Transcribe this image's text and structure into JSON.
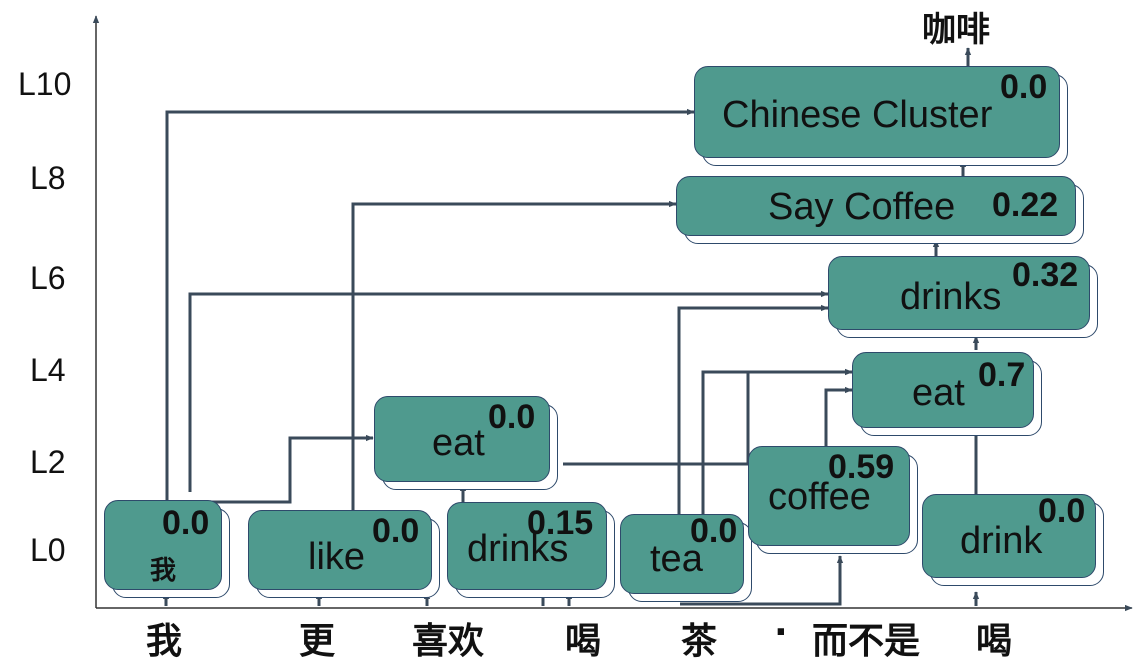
{
  "levels": [
    "L10",
    "L8",
    "L6",
    "L4",
    "L2",
    "L0"
  ],
  "tokens": [
    "我",
    "更",
    "喜欢",
    "喝",
    "茶",
    "·",
    "而不是",
    "喝"
  ],
  "output_token": "咖啡",
  "nodes": [
    {
      "id": "n_wo",
      "label": "",
      "score": "0.0",
      "sub": "我"
    },
    {
      "id": "n_like",
      "label": "like",
      "score": "0.0"
    },
    {
      "id": "n_drinks0",
      "label": "drinks",
      "score": "0.15"
    },
    {
      "id": "n_tea",
      "label": "tea",
      "score": "0.0"
    },
    {
      "id": "n_coffee",
      "label": "coffee",
      "score": "0.59"
    },
    {
      "id": "n_drink",
      "label": "drink",
      "score": "0.0"
    },
    {
      "id": "n_eat2",
      "label": "eat",
      "score": "0.0"
    },
    {
      "id": "n_eat4",
      "label": "eat",
      "score": "0.7"
    },
    {
      "id": "n_drinks6",
      "label": "drinks",
      "score": "0.32"
    },
    {
      "id": "n_saycoffee",
      "label": "Say Coffee",
      "score": "0.22"
    },
    {
      "id": "n_chinese",
      "label": "Chinese Cluster",
      "score": "0.0"
    }
  ],
  "colors": {
    "node_fill": "#4f9a8e",
    "node_border": "#2e4a6b",
    "arrow": "#3a4a5a"
  }
}
